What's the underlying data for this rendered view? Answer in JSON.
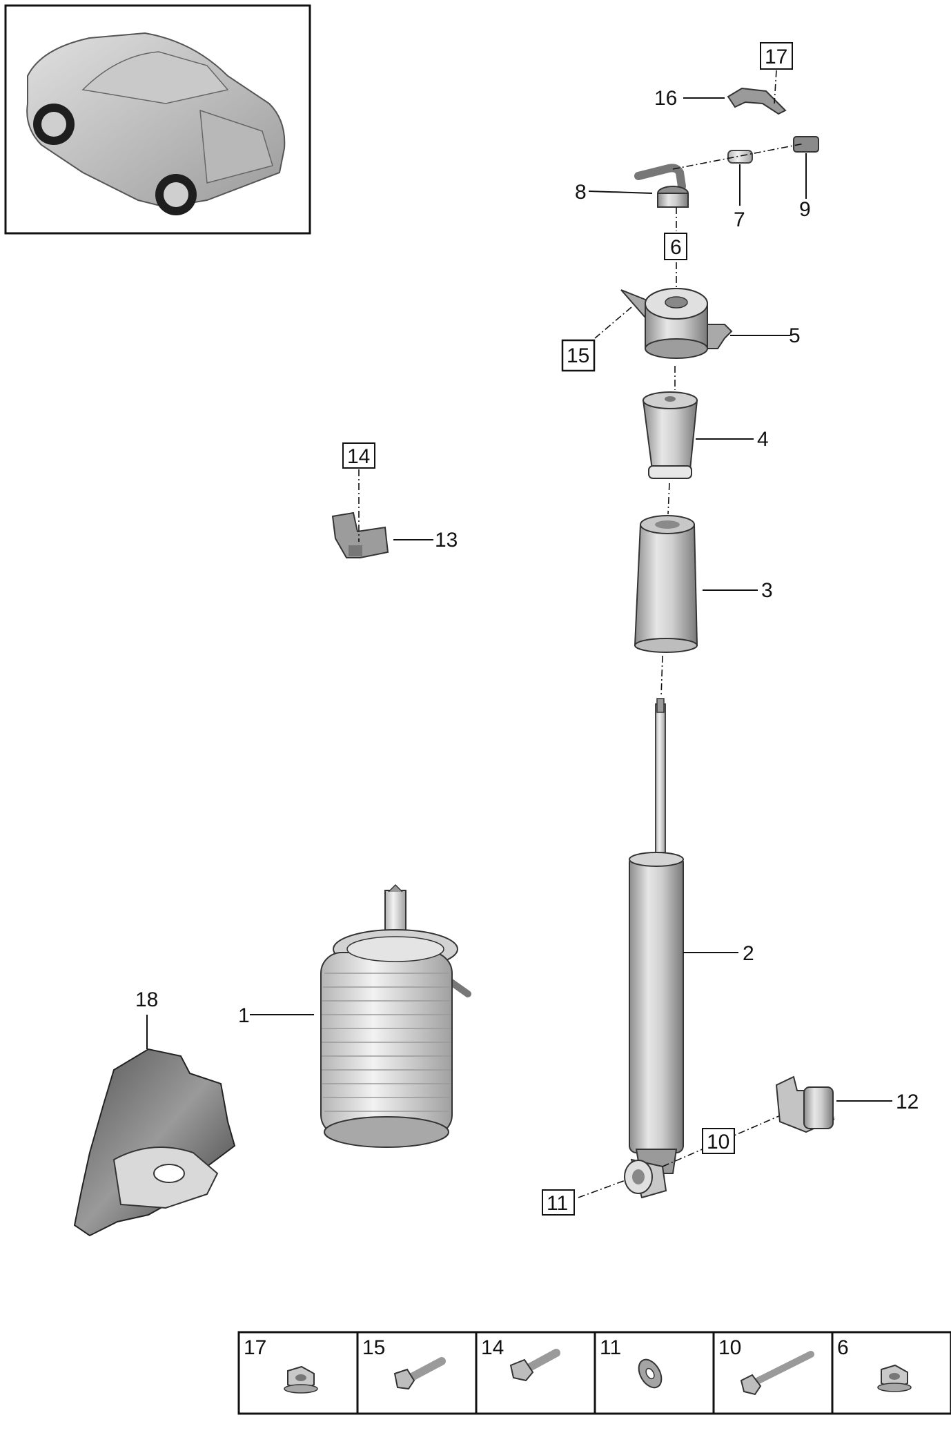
{
  "diagram": {
    "callouts": {
      "c1": "1",
      "c2": "2",
      "c3": "3",
      "c4": "4",
      "c5": "5",
      "c7": "7",
      "c8": "8",
      "c9": "9",
      "c12": "12",
      "c13": "13",
      "c16": "16",
      "c18": "18"
    },
    "boxed": {
      "b6": "6",
      "b10": "10",
      "b11": "11",
      "b14": "14",
      "b15": "15",
      "b17": "17"
    }
  },
  "legend": {
    "cells": [
      {
        "label": "17",
        "part": "flange-nut"
      },
      {
        "label": "15",
        "part": "short-bolt"
      },
      {
        "label": "14",
        "part": "flange-bolt"
      },
      {
        "label": "11",
        "part": "washer"
      },
      {
        "label": "10",
        "part": "long-bolt"
      },
      {
        "label": "6",
        "part": "flange-nut"
      }
    ]
  }
}
